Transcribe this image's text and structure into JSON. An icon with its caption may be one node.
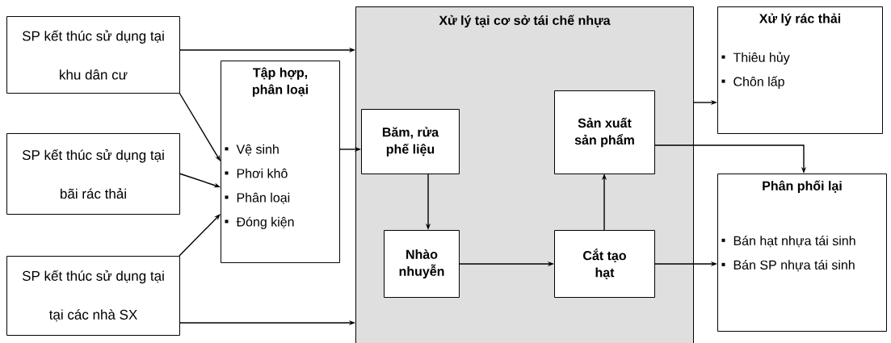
{
  "diagram": {
    "nodes": [
      {
        "text": [
          "SP kết thúc sử dụng tại khu dân cư"
        ]
      },
      {
        "text": [
          "SP kết thúc sử dụng tại bãi rác thải"
        ]
      },
      {
        "text": [
          "SP kết thúc sử dụng tại tại các nhà SX"
        ]
      },
      {
        "text": [
          "Tập hợp, phân loại",
          "Vệ sinh",
          "Phơi khô",
          "Phân loại",
          "Đóng kiện"
        ]
      },
      {
        "text": [
          "Xử lý tại cơ sở tái chế nhựa"
        ]
      },
      {
        "text": [
          "Băm, rửa phế liệu"
        ],
        "in": 4
      },
      {
        "text": [
          "Sản xuất sản phẩm"
        ],
        "in": 4
      },
      {
        "text": [
          "Nhào nhuyễn"
        ],
        "in": 4
      },
      {
        "text": [
          "Cắt tạo hạt"
        ],
        "in": 4
      },
      {
        "text": [
          "Xử lý rác thải",
          "Thiêu hủy",
          "Chôn lấp"
        ]
      },
      {
        "text": [
          "Phân phối lại",
          "Bán hạt nhựa tái sinh",
          "Bán SP nhựa tái sinh"
        ]
      }
    ],
    "edges": [
      {
        "from": 0,
        "to": 4,
        "arrow": "to"
      },
      {
        "from": 0,
        "to": 3,
        "arrow": "to"
      },
      {
        "from": 1,
        "to": 3,
        "arrow": "to"
      },
      {
        "from": 2,
        "to": 3,
        "arrow": "to"
      },
      {
        "from": 2,
        "to": 4,
        "arrow": "to"
      },
      {
        "from": 3,
        "to": 5,
        "arrow": "to"
      },
      {
        "from": 5,
        "to": 7,
        "arrow": "to"
      },
      {
        "from": 7,
        "to": 8,
        "arrow": "to"
      },
      {
        "from": 8,
        "to": 6,
        "arrow": "to"
      },
      {
        "from": 6,
        "to": 10,
        "arrow": "to"
      },
      {
        "from": 4,
        "to": 9,
        "arrow": "to"
      },
      {
        "from": 8,
        "to": 10,
        "arrow": "to"
      }
    ]
  }
}
